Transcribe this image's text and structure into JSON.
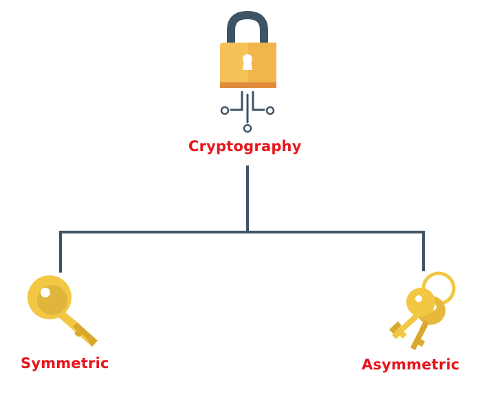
{
  "diagram": {
    "root": {
      "label": "Cryptography",
      "icon": "padlock-circuit-icon"
    },
    "children": [
      {
        "label": "Symmetric",
        "icon": "single-key-icon"
      },
      {
        "label": "Asymmetric",
        "icon": "key-pair-icon"
      }
    ]
  },
  "colors": {
    "label": "#e8151b",
    "connector": "#3d5366",
    "lock_body": "#f5c25a",
    "lock_shackle": "#3d5366",
    "lock_base": "#e08a3a",
    "key_gold": "#f2c744",
    "key_dark_gold": "#d8a92d"
  }
}
